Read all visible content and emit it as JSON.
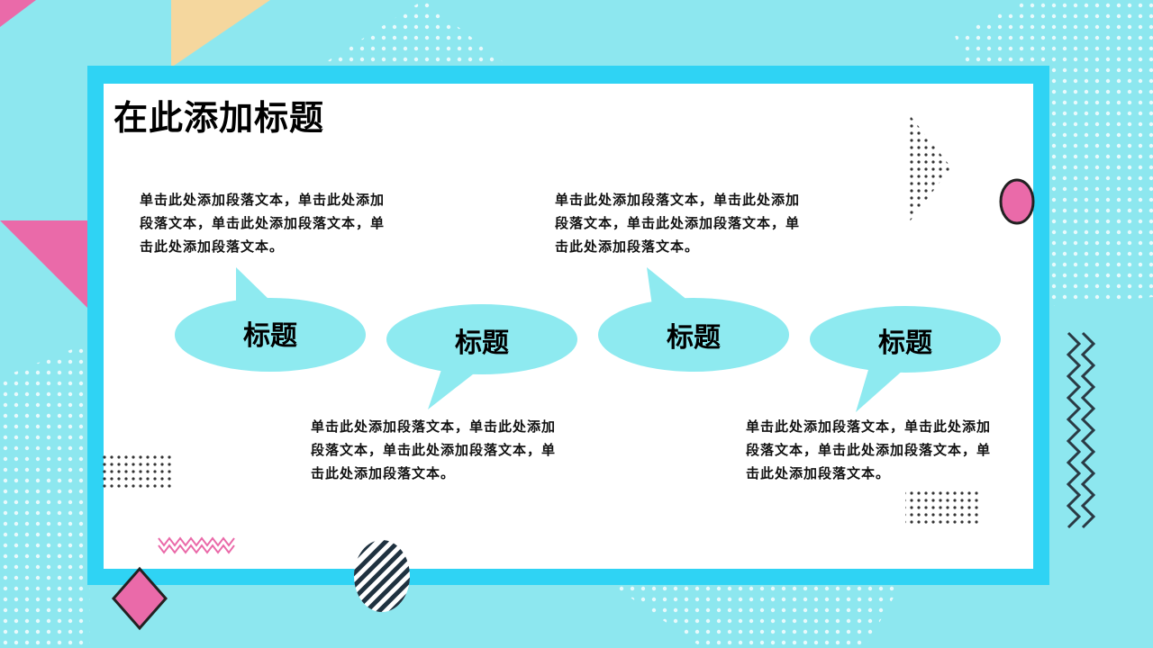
{
  "slide": {
    "title": "在此添加标题",
    "items": [
      {
        "heading": "标题",
        "text": "单击此处添加段落文本，单击此处添加段落文本，单击此处添加段落文本，单击此处添加段落文本。"
      },
      {
        "heading": "标题",
        "text": "单击此处添加段落文本，单击此处添加段落文本，单击此处添加段落文本，单击此处添加段落文本。"
      },
      {
        "heading": "标题",
        "text": "单击此处添加段落文本，单击此处添加段落文本，单击此处添加段落文本，单击此处添加段落文本。"
      },
      {
        "heading": "标题",
        "text": "单击此处添加段落文本，单击此处添加段落文本，单击此处添加段落文本，单击此处添加段落文本。"
      }
    ]
  },
  "colors": {
    "background": "#8de7ef",
    "frame": "#2fd3f4",
    "bubble": "#8eeaf0",
    "pink": "#ea6aa9",
    "peach": "#f5d79e"
  }
}
